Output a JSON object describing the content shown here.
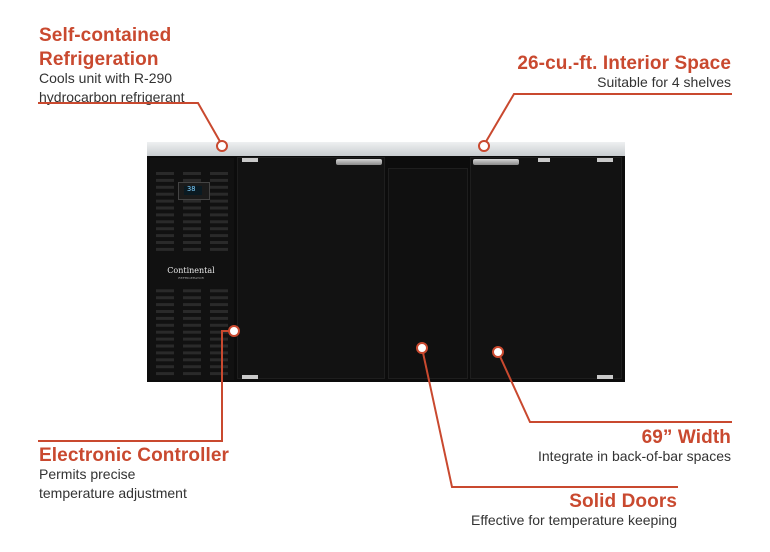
{
  "features": {
    "refrigeration": {
      "title_line1": "Self-contained",
      "title_line2": "Refrigeration",
      "desc_line1": "Cools unit with R-290",
      "desc_line2": "hydrocarbon refrigerant"
    },
    "interior": {
      "title": "26-cu.-ft. Interior Space",
      "desc": "Suitable for 4 shelves"
    },
    "controller": {
      "title": "Electronic Controller",
      "desc_line1": "Permits precise",
      "desc_line2": "temperature adjustment"
    },
    "width": {
      "title": "69” Width",
      "desc": "Integrate in back-of-bar spaces"
    },
    "doors": {
      "title": "Solid Doors",
      "desc": "Effective for temperature keeping"
    }
  },
  "product": {
    "brand": "Continental",
    "brand_sub": "REFRIGERATOR",
    "display_value": "38"
  },
  "colors": {
    "accent": "#c9492f",
    "text": "#333333",
    "cabinet": "#0c0c0c"
  }
}
